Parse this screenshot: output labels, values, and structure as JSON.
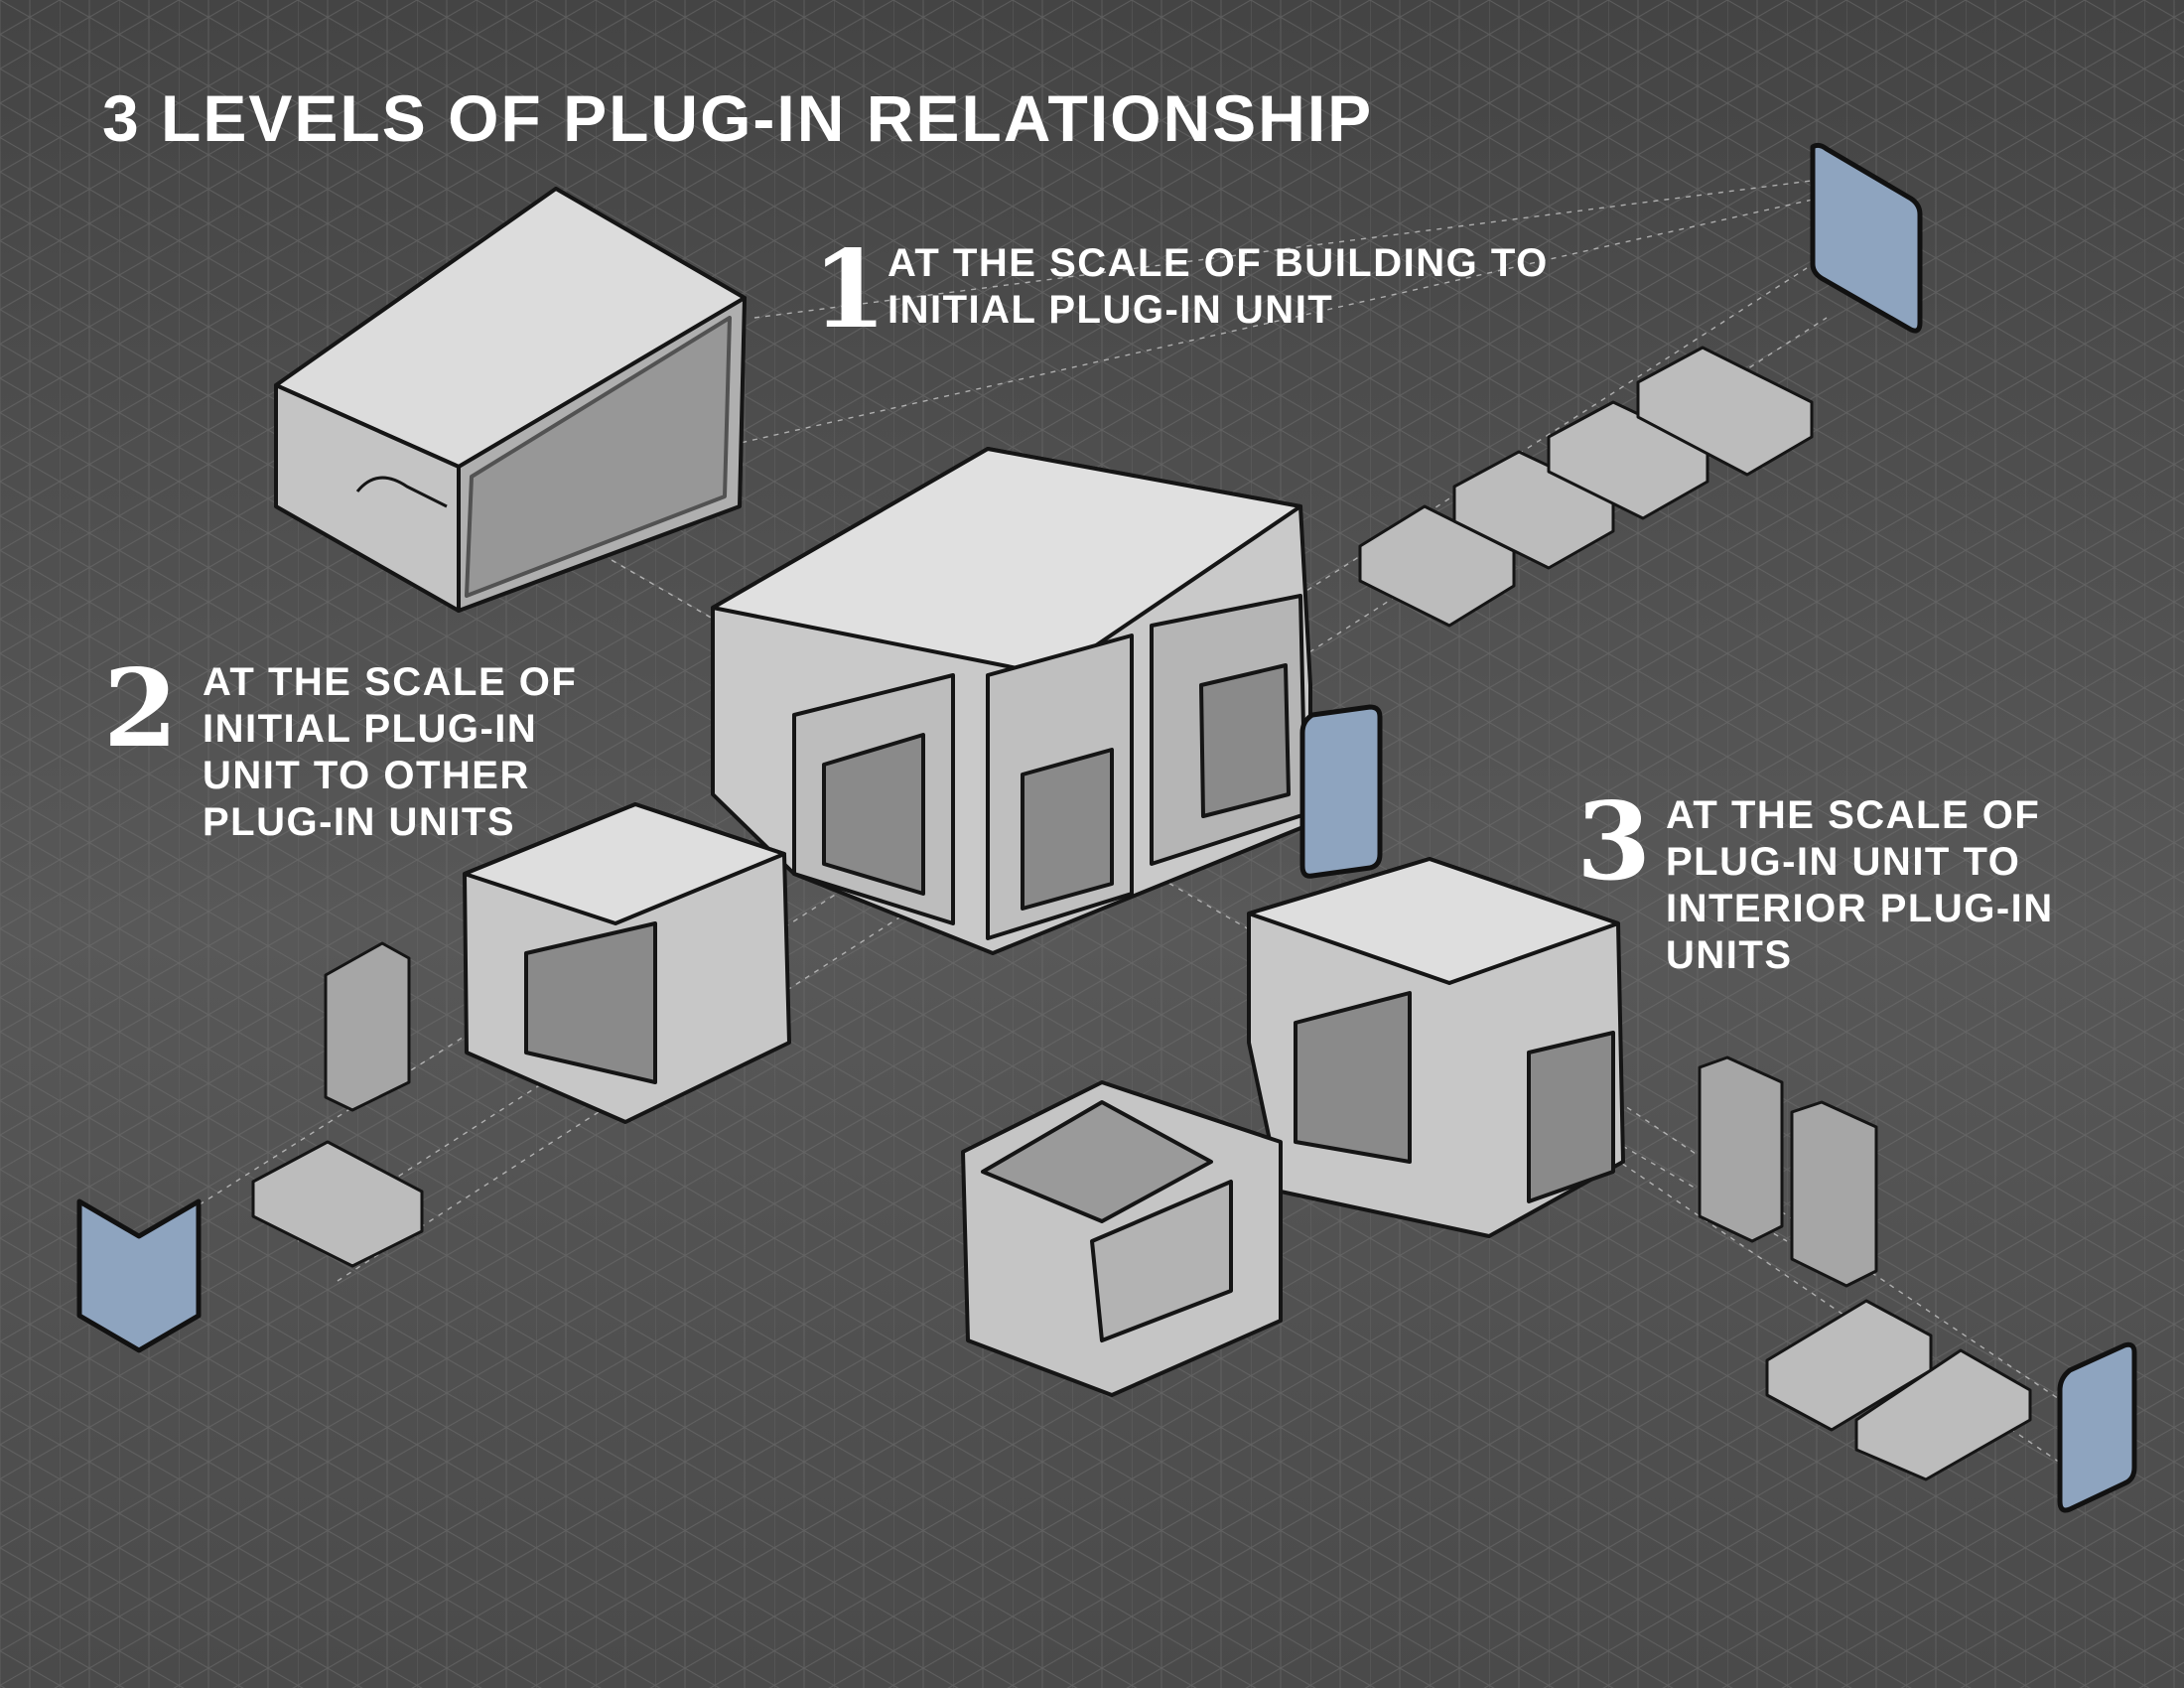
{
  "title": "3 LEVELS OF PLUG-IN RELATIONSHIP",
  "callouts": [
    {
      "number": "1",
      "lines": [
        "AT THE SCALE OF BUILDING TO",
        "INITIAL PLUG-IN UNIT"
      ]
    },
    {
      "number": "2",
      "lines": [
        "AT THE SCALE OF",
        "INITIAL PLUG-IN",
        "UNIT TO OTHER",
        "PLUG-IN UNITS"
      ]
    },
    {
      "number": "3",
      "lines": [
        "AT THE SCALE OF",
        "PLUG-IN UNIT TO",
        "INTERIOR PLUG-IN",
        "UNITS"
      ]
    }
  ],
  "colors": {
    "background": "#555555",
    "grid": "#6e6e6e",
    "unit_fill": "#d6d6d6",
    "unit_side": "#a9a9a9",
    "unit_dark": "#7c7c7c",
    "panel_glass": "#8ea4bf",
    "outline": "#1a1a1a",
    "text": "#ffffff"
  },
  "icons": [
    "building-frame",
    "plug-in-unit",
    "window-panel",
    "interior-module"
  ]
}
